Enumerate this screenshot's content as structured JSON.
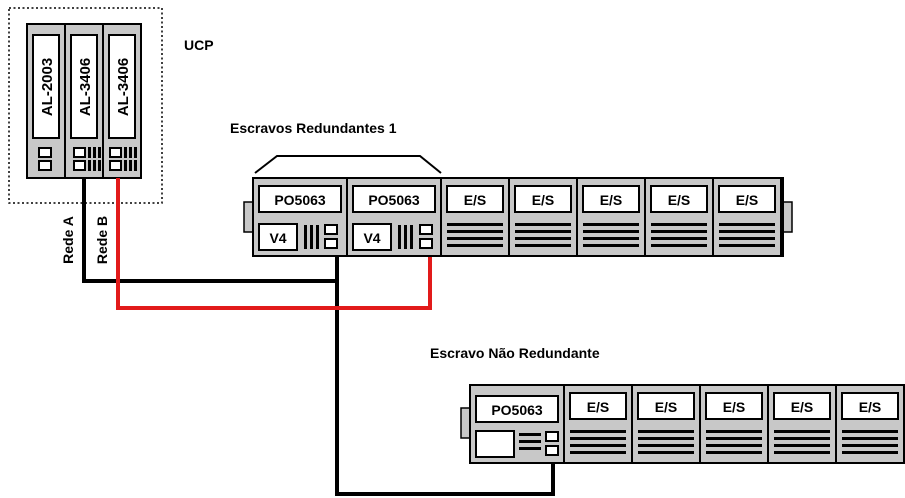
{
  "ucp": {
    "title": "UCP",
    "modules": [
      "AL-2003",
      "AL-3406",
      "AL-3406"
    ]
  },
  "network": {
    "rede_a": "Rede A",
    "rede_b": "Rede B",
    "colors": {
      "rede_a": "#000000",
      "rede_b": "#e21a1a"
    }
  },
  "redundant": {
    "title": "Escravos Redundantes 1",
    "heads": [
      {
        "label": "PO5063",
        "sub": "V4"
      },
      {
        "label": "PO5063",
        "sub": "V4"
      }
    ],
    "io": [
      "E/S",
      "E/S",
      "E/S",
      "E/S",
      "E/S"
    ]
  },
  "nonredundant": {
    "title": "Escravo Não Redundante",
    "head": "PO5063",
    "io": [
      "E/S",
      "E/S",
      "E/S",
      "E/S",
      "E/S"
    ]
  }
}
